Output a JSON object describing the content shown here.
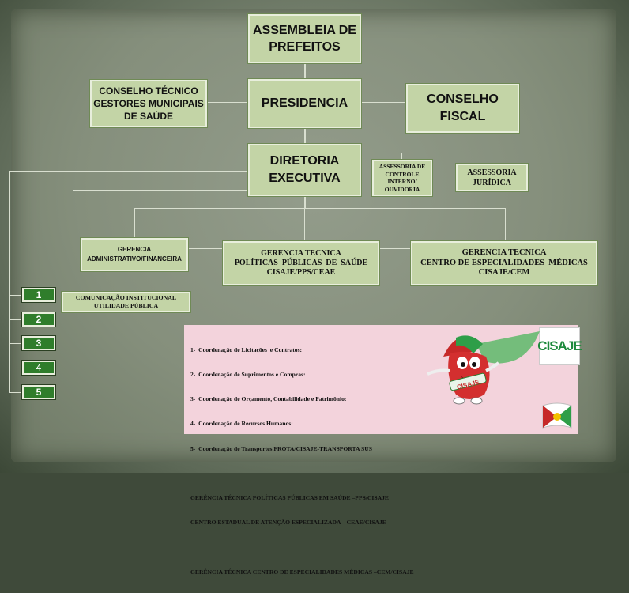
{
  "title_box": [
    "ASSEMBLEIA DE",
    "PREFEITOS"
  ],
  "presidencia": "PRESIDENCIA",
  "conselho_tecnico": [
    "CONSELHO TÉCNICO",
    "GESTORES MUNICIPAIS",
    "DE SAÚDE"
  ],
  "conselho_fiscal": [
    "CONSELHO",
    "FISCAL"
  ],
  "diretoria": [
    "DIRETORIA",
    "EXECUTIVA"
  ],
  "assessoria_controle": [
    "ASSESSORIA DE",
    "CONTROLE",
    "INTERNO/",
    "OUVIDORIA"
  ],
  "assessoria_juridica": [
    "ASSESSORIA",
    "JURÍDICA"
  ],
  "gerencia_adm": [
    "GERENCIA",
    "ADMINISTRATIVO/FINANCEIRA"
  ],
  "gerencia_pps": [
    "GERENCIA TECNICA",
    "POLÍTICAS  PÚBLICAS  DE  SAÚDE",
    "CISAJE/PPS/CEAE"
  ],
  "gerencia_cem": [
    "GERENCIA TECNICA",
    "CENTRO DE ESPECIALIDADES  MÉDICAS",
    "CISAJE/CEM"
  ],
  "comunicacao": [
    "COMUNICAÇÃO INSTITUCIONAL",
    "UTILIDADE PÚBLICA"
  ],
  "numbers": [
    "1",
    "2",
    "3",
    "4",
    "5"
  ],
  "legend_lines": [
    "1-  Coordenação de Licitações  e Contratos:",
    "2-  Coordenação de Suprimentos e Compras:",
    "3-  Coordenação de Orçamento, Contabilidade e Patrimônio:",
    "4-  Coordenação de Recursos Humanos:",
    "5-  Coordenação de Transportes FROTA/CISAJE-TRANSPORTA SUS",
    "",
    "GERÊNCIA TÉCNICA POLÍTICAS PÚBLICAS EM SAÚDE –PPS/CISAJE",
    "CENTRO ESTADUAL DE ATENÇÃO ESPECIALIZADA – CEAE/CISAJE",
    "",
    "GERÊNCIA TÉCNICA CENTRO DE ESPECIALIDADES MÉDICAS –CEM/CISAJE"
  ],
  "logo_text": "CISAJE",
  "mascot_badge": "CISAJE",
  "colors": {
    "box": "#c3d4a6",
    "number_box": "#2f7d2b",
    "panel": "#f3d3dc"
  }
}
